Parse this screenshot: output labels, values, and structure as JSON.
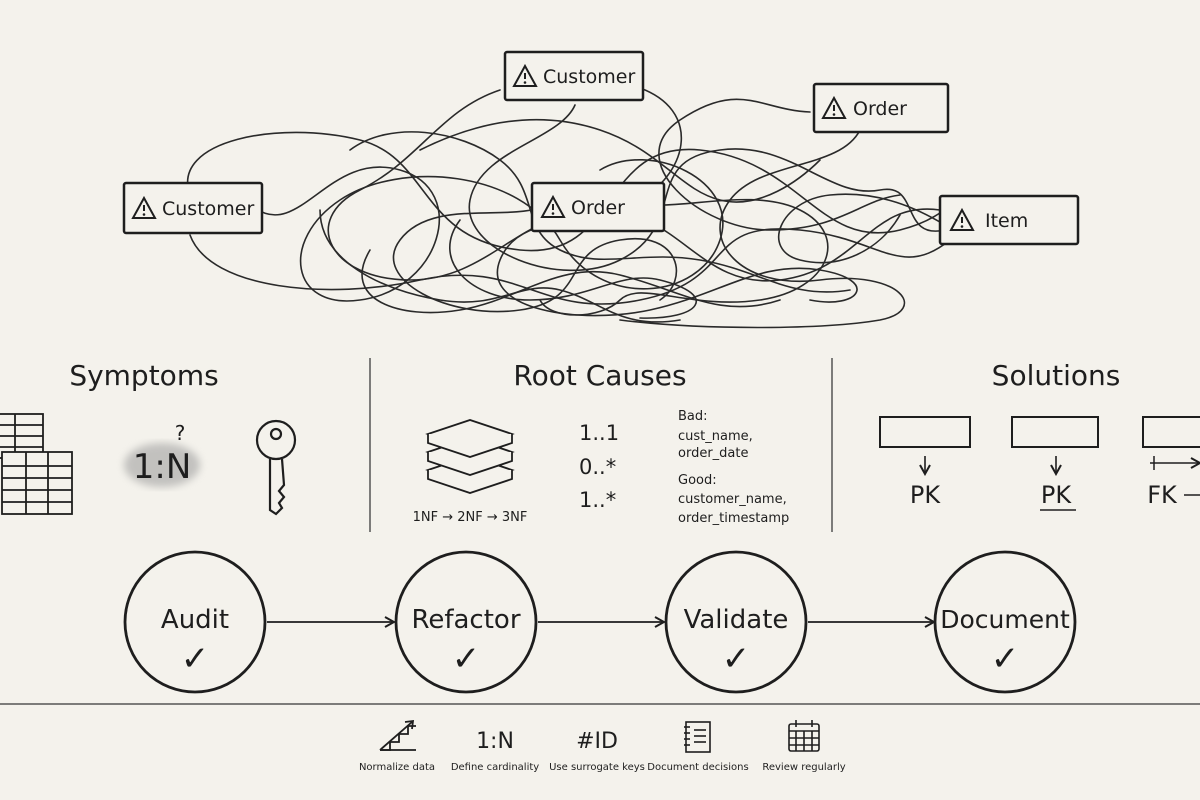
{
  "entities": [
    {
      "label": "Customer"
    },
    {
      "label": "Customer"
    },
    {
      "label": "Order"
    },
    {
      "label": "Order"
    },
    {
      "label": "Item"
    }
  ],
  "warning_icon": "warning-triangle-icon",
  "sections": {
    "symptoms": {
      "title": "Symptoms",
      "cardinality_text": "1:N",
      "question_mark": "?"
    },
    "root_causes": {
      "title": "Root Causes",
      "nf_progression": "1NF → 2NF → 3NF",
      "cardinalities": [
        "1..1",
        "0..*",
        "1..*"
      ],
      "bad_label": "Bad:",
      "bad_examples": [
        "cust_name,",
        "order_date"
      ],
      "good_label": "Good:",
      "good_examples": [
        "customer_name,",
        "order_timestamp"
      ]
    },
    "solutions": {
      "title": "Solutions",
      "keys": [
        "PK",
        "PK",
        "FK"
      ]
    }
  },
  "process_steps": [
    "Audit",
    "Refactor",
    "Validate",
    "Document"
  ],
  "check_mark": "✓",
  "tips": [
    {
      "icon": "staircase-icon",
      "symbol": "",
      "label": "Normalize data"
    },
    {
      "icon": "",
      "symbol": "1:N",
      "label": "Define cardinality"
    },
    {
      "icon": "",
      "symbol": "#ID",
      "label": "Use surrogate keys"
    },
    {
      "icon": "notebook-icon",
      "symbol": "",
      "label": "Document decisions"
    },
    {
      "icon": "calendar-icon",
      "symbol": "",
      "label": "Review regularly"
    }
  ]
}
